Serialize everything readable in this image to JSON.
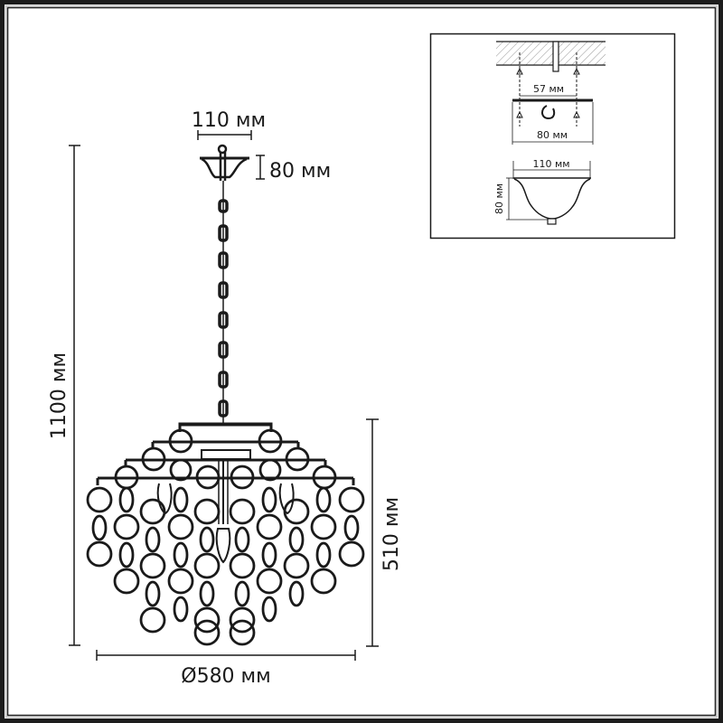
{
  "diagram": {
    "subject": "Pendant chandelier technical drawing",
    "colors": {
      "line": "#1a1a1a",
      "frame": "#1c1c1c",
      "frame_inner": "#9a9a9a",
      "background": "#ffffff"
    },
    "main_view": {
      "canopy_width_label": "110 мм",
      "canopy_height_label": "80 мм",
      "total_height_label": "1100 мм",
      "body_height_label": "510 мм",
      "diameter_label": "Ø580 мм"
    },
    "inset": {
      "bracket_hole_spacing_label": "57 мм",
      "bracket_width_label": "80 мм",
      "canopy_width_label": "110 мм",
      "canopy_height_label": "80 мм"
    }
  }
}
